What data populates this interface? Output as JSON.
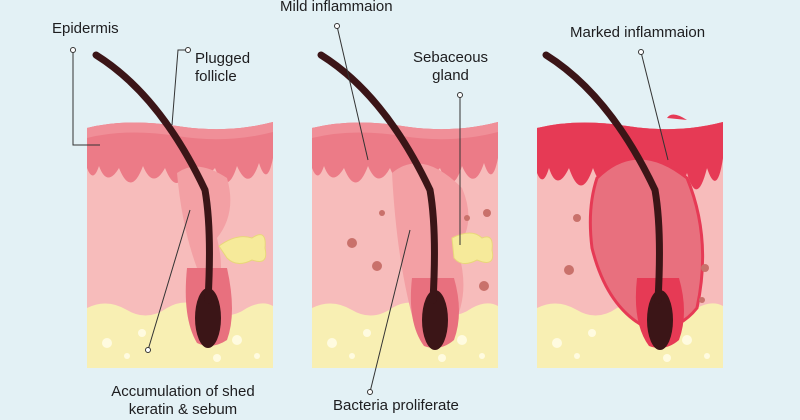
{
  "labels": {
    "epidermis": "Epidermis",
    "plugged_follicle_1": "Plugged",
    "plugged_follicle_2": "follicle",
    "mild_inflammation": "Mild inflammaion",
    "sebaceous_gland_1": "Sebaceous",
    "sebaceous_gland_2": "gland",
    "marked_inflammation": "Marked inflammaion",
    "accumulation_1": "Accumulation of shed",
    "accumulation_2": "keratin & sebum",
    "bacteria": "Bacteria proliferate"
  },
  "colors": {
    "background": "#e3f1f5",
    "epidermis": "#ec7b87",
    "dermis": "#f7bcbb",
    "fat": "#f8efb3",
    "hair": "#3b1517",
    "gland": "#f6ea9a",
    "inflamed": "#e63a55",
    "bacteria": "#c9716b"
  }
}
